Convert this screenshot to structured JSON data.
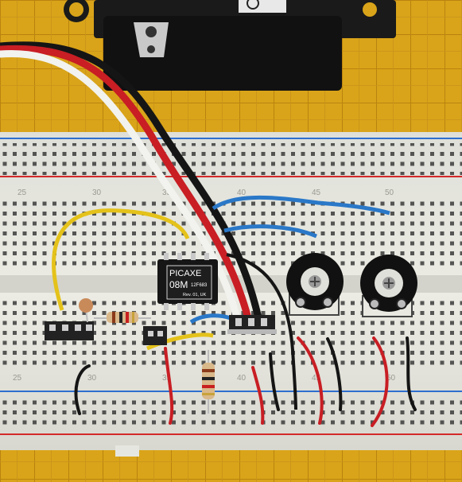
{
  "colors": {
    "grid_paper": "#d9a419",
    "grid_lines": "#b98310",
    "breadboard": "#e8e8e0",
    "rail_blue": "#2f6fd0",
    "rail_red": "#d42a2a",
    "wire_yellow": "#e4c21a",
    "wire_blue": "#2a78c8",
    "wire_red": "#c81e24",
    "wire_black": "#151515",
    "wire_white": "#f2f2ee"
  },
  "breadboard": {
    "column_labels_top": [
      "25",
      "30",
      "35",
      "40",
      "45",
      "50"
    ],
    "column_labels_bottom": [
      "25",
      "30",
      "35",
      "40",
      "45",
      "50"
    ]
  },
  "chip": {
    "line1": "PICAXE",
    "line2": "08M",
    "line3": "12F683",
    "line4": "Rev. 01, UK"
  },
  "icons": [
    "servo-motor-icon",
    "potentiometer-icon",
    "resistor-icon",
    "capacitor-icon"
  ]
}
